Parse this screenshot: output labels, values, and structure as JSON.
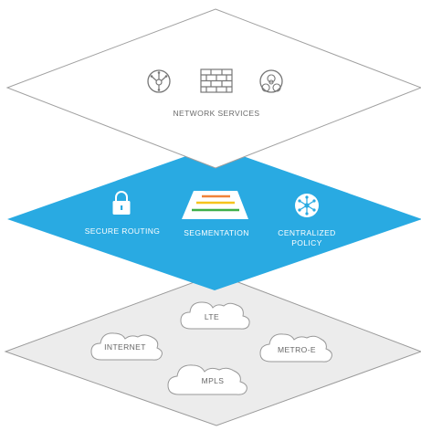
{
  "layers": {
    "top": {
      "label": "NETWORK SERVICES",
      "icons": [
        "network-hub-icon",
        "firewall-icon",
        "biohazard-icon"
      ]
    },
    "middle": {
      "secure_routing": "SECURE ROUTING",
      "segmentation": "SEGMENTATION",
      "centralized_policy_line1": "CENTRALIZED",
      "centralized_policy_line2": "POLICY"
    },
    "bottom": {
      "clouds": {
        "lte": "LTE",
        "internet": "INTERNET",
        "metro_e": "METRO-E",
        "mpls": "MPLS"
      }
    }
  },
  "colors": {
    "accent": "#29aae2",
    "segment_orange": "#f0833a",
    "segment_yellow": "#f6c31c",
    "segment_green": "#3fae49",
    "gray_fill": "#ececec",
    "line": "#9a9a9a"
  }
}
